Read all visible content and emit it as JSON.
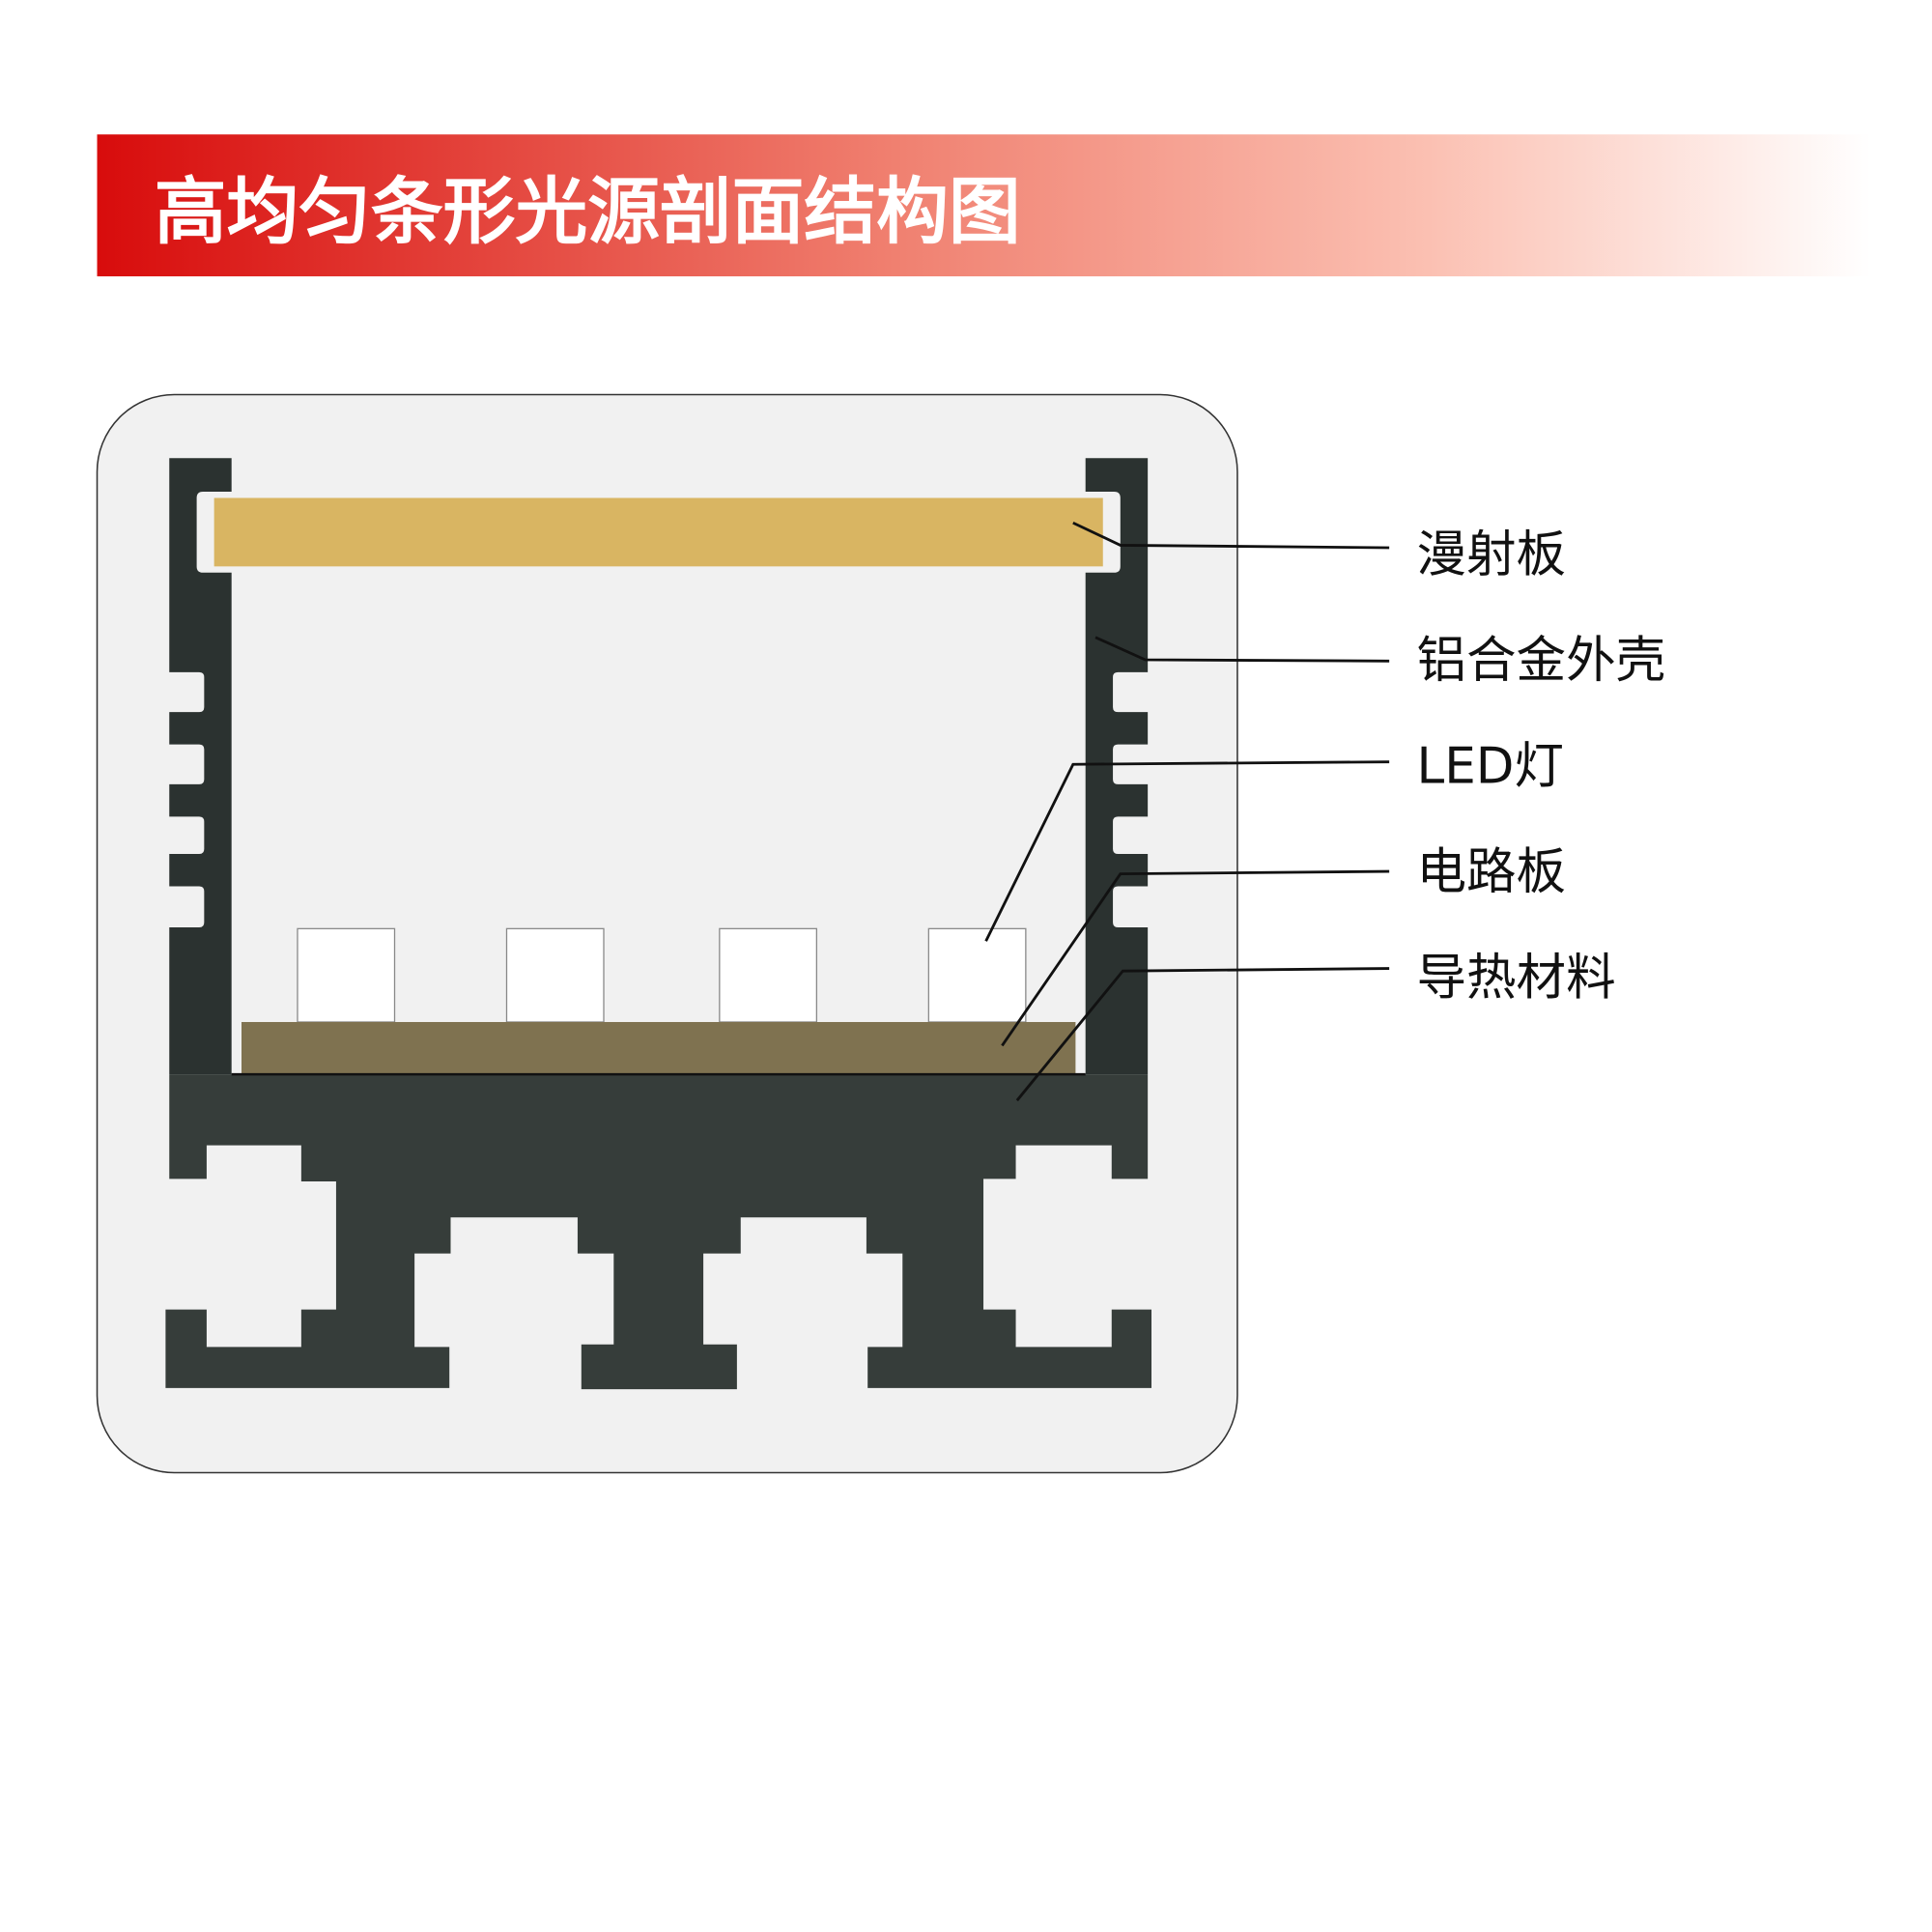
{
  "header": {
    "title": "高均匀条形光源剖面结构图"
  },
  "labels": [
    "漫射板",
    "铝合金外壳",
    "LED灯",
    "电路板",
    "导热材料"
  ],
  "colors": {
    "header_start": "#d80c0c",
    "panel": "#f1f1f1",
    "housing": "#2b3230",
    "base": "#363d3a",
    "diffuser": "#d9b562",
    "pcb": "#7f7250",
    "led": "#ffffff"
  }
}
